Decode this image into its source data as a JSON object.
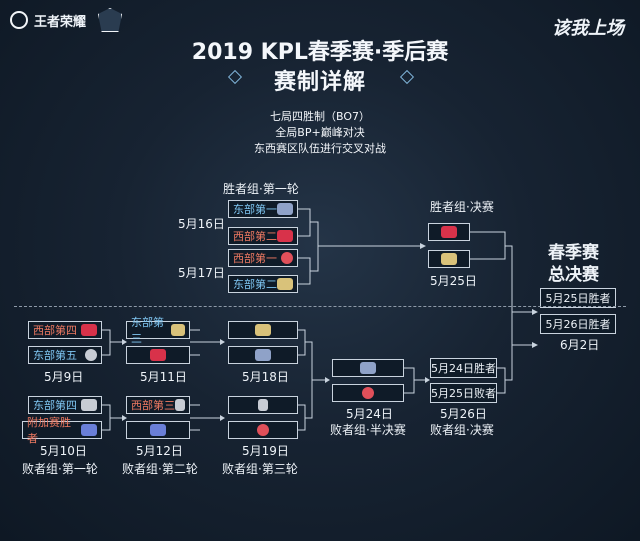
{
  "header": {
    "brand_label": "王者荣耀",
    "slogan": "该我上场",
    "title": "2019 KPL春季赛·季后赛",
    "subtitle": "赛制详解",
    "rules": [
      "七局四胜制（BO7）",
      "全局BP+巅峰对决",
      "东西赛区队伍进行交叉对战"
    ]
  },
  "winners": {
    "round1_label": "胜者组·第一轮",
    "final_label": "胜者组·决赛",
    "match1": {
      "date": "5月16日",
      "team_a": "东部第一",
      "team_b": "西部第二"
    },
    "match2": {
      "date": "5月17日",
      "team_a": "西部第一",
      "team_b": "东部第二"
    },
    "final_date": "5月25日"
  },
  "grand_final": {
    "title_line1": "春季赛",
    "title_line2": "总决赛",
    "slot1": "5月25日胜者",
    "slot2": "5月26日胜者",
    "date": "6月2日"
  },
  "losers": {
    "r1_label": "败者组·第一轮",
    "r2_label": "败者组·第二轮",
    "r3_label": "败者组·第三轮",
    "semi_label": "败者组·半决赛",
    "final_label": "败者组·决赛",
    "r1_match1": {
      "team_a": "西部第四",
      "team_b": "东部第五",
      "date": "5月9日"
    },
    "r1_match2": {
      "team_a": "东部第四",
      "team_b": "附加赛胜者",
      "date": "5月10日"
    },
    "r2_match1": {
      "team_a": "东部第三",
      "date": "5月11日"
    },
    "r2_match2": {
      "team_a": "西部第三",
      "date": "5月12日"
    },
    "r3_match1_date": "5月18日",
    "r3_match2_date": "5月19日",
    "semi_date": "5月24日",
    "final_slot1": "5月24日胜者",
    "final_slot2": "5月25日败者",
    "final_date": "5月26日"
  },
  "colors": {
    "east": "#7fc6f2",
    "west": "#f07a62",
    "background": "#172332"
  }
}
